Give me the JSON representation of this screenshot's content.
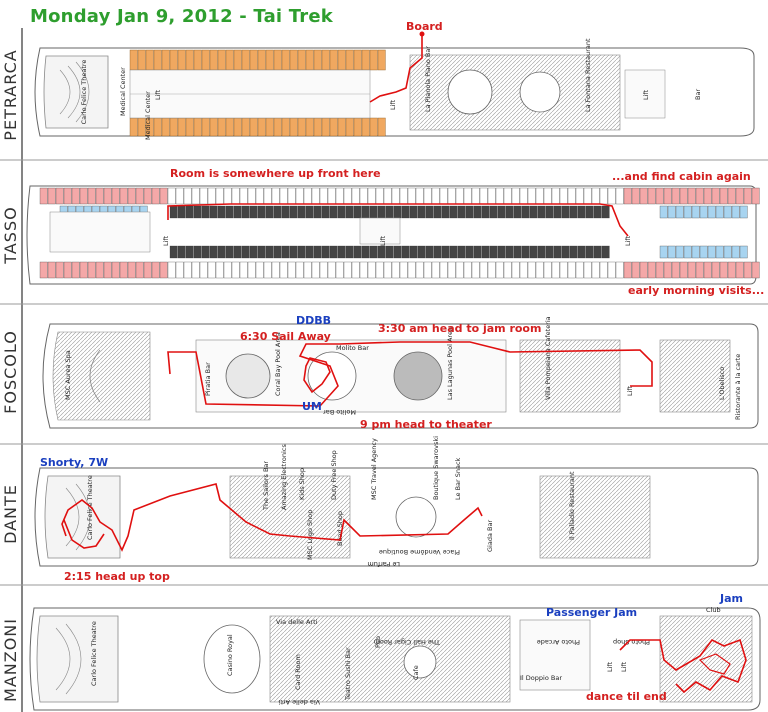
{
  "title": "Monday Jan 9, 2012 - Tai Trek",
  "colors": {
    "title": "#2e9e2e",
    "annotation_red": "#d42020",
    "annotation_blue": "#1a3fbf",
    "route": "#e01010",
    "cabin_orange": "#f0a860",
    "cabin_pink": "#f4a8a8",
    "cabin_blue": "#a8d4f0",
    "cabin_dark": "#444444"
  },
  "decks": [
    {
      "name": "PETRARCA",
      "labels": [
        "Carlo Felice Theatre",
        "Medical Center",
        "Medical Center",
        "Lift",
        "Lift",
        "La Pianola Piano Bar",
        "La Fontana Restaurant",
        "Lift",
        "Bar"
      ],
      "annotations": [
        {
          "text": "Board",
          "color": "red"
        }
      ]
    },
    {
      "name": "TASSO",
      "labels": [
        "Lift",
        "Lift",
        "Lift"
      ],
      "annotations": [
        {
          "text": "Room is somewhere up front here",
          "color": "red"
        },
        {
          "text": "...and find cabin again",
          "color": "red"
        },
        {
          "text": "early morning visits...",
          "color": "red"
        }
      ]
    },
    {
      "name": "FOSCOLO",
      "labels": [
        "MSC Aurea Spa",
        "Piratia Bar",
        "Coral Bay Pool Area",
        "Molito Bar",
        "Molito Bar",
        "Las Lagunas Pool Area",
        "Villa Pompeiana Cafeteria",
        "Lift",
        "L'Obelisco",
        "Ristorante à la carte"
      ],
      "annotations": [
        {
          "text": "DDBB",
          "color": "blue"
        },
        {
          "text": "6:30 Sail Away",
          "color": "red"
        },
        {
          "text": "3:30 am head to jam room",
          "color": "red"
        },
        {
          "text": "UM",
          "color": "blue"
        },
        {
          "text": "9 pm head to theater",
          "color": "red"
        }
      ]
    },
    {
      "name": "DANTE",
      "labels": [
        "Carlo Felice Theatre",
        "The Sailors Bar",
        "Amazing Electronics",
        "Kids Shop",
        "Duty Free Shop",
        "MSC Travel Agency",
        "Boutique Swarovski",
        "Le Bar Snack",
        "Bead Shop",
        "MSC Logo Shop",
        "Le Parfum",
        "Place Vendôme Boutique",
        "Giada Bar",
        "Il Palladio Restaurant"
      ],
      "annotations": [
        {
          "text": "Shorty, 7W",
          "color": "blue"
        },
        {
          "text": "2:15 head up top",
          "color": "red"
        }
      ]
    },
    {
      "name": "MANZONI",
      "labels": [
        "Carlo Felice Theatre",
        "Casino Royal",
        "Via delle Arti",
        "Via delle Arti",
        "Card Room",
        "Teatro Sushi Bar",
        "The Hall Cigar Room",
        "Pub",
        "Cafe",
        "Photo Shop",
        "Photo Arcade",
        "Il Doppio Bar",
        "Club",
        "Lift",
        "Lift"
      ],
      "annotations": [
        {
          "text": "Jam",
          "color": "blue"
        },
        {
          "text": "Passenger Jam",
          "color": "blue"
        },
        {
          "text": "dance til end",
          "color": "red"
        }
      ]
    }
  ]
}
